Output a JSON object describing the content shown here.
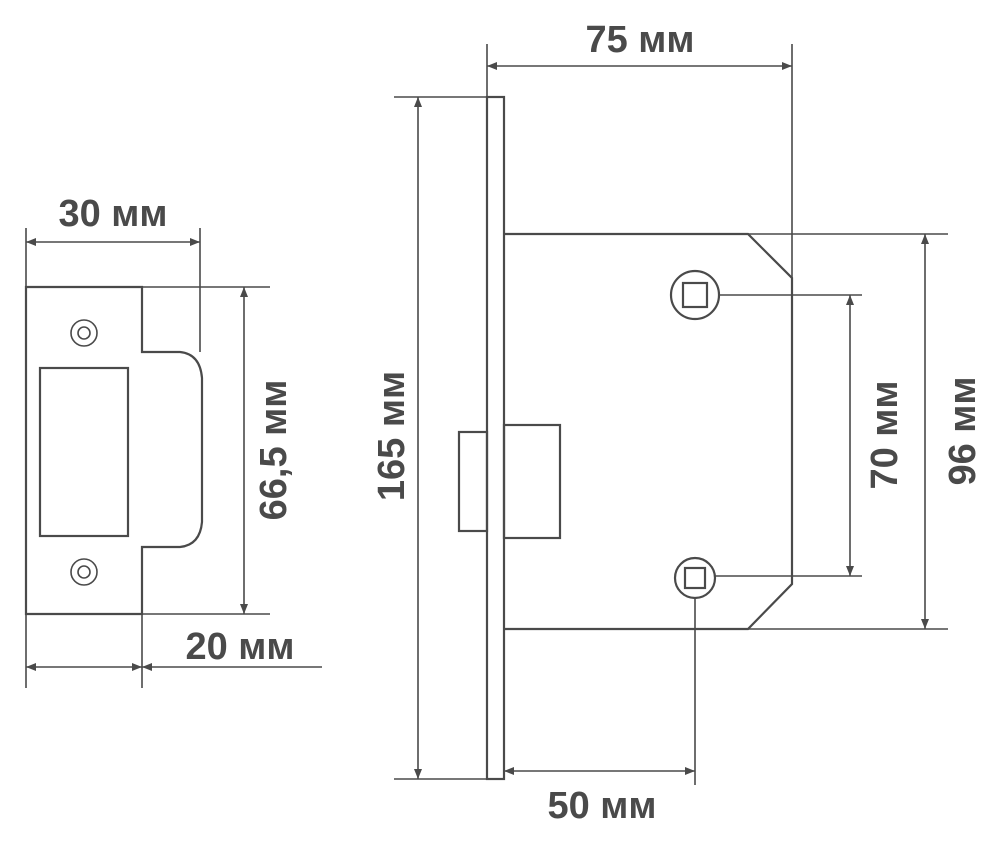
{
  "strike_plate": {
    "width_label": "30 мм",
    "height_label": "66,5 мм",
    "plate_width_label": "20 мм"
  },
  "lock_body": {
    "backset_total_label": "75 мм",
    "faceplate_height_label": "165 мм",
    "backset_label": "50 мм",
    "handle_spacing_label": "70 мм",
    "body_height_label": "96 мм"
  },
  "colors": {
    "stroke": "#4a4a4a",
    "background": "#ffffff"
  }
}
